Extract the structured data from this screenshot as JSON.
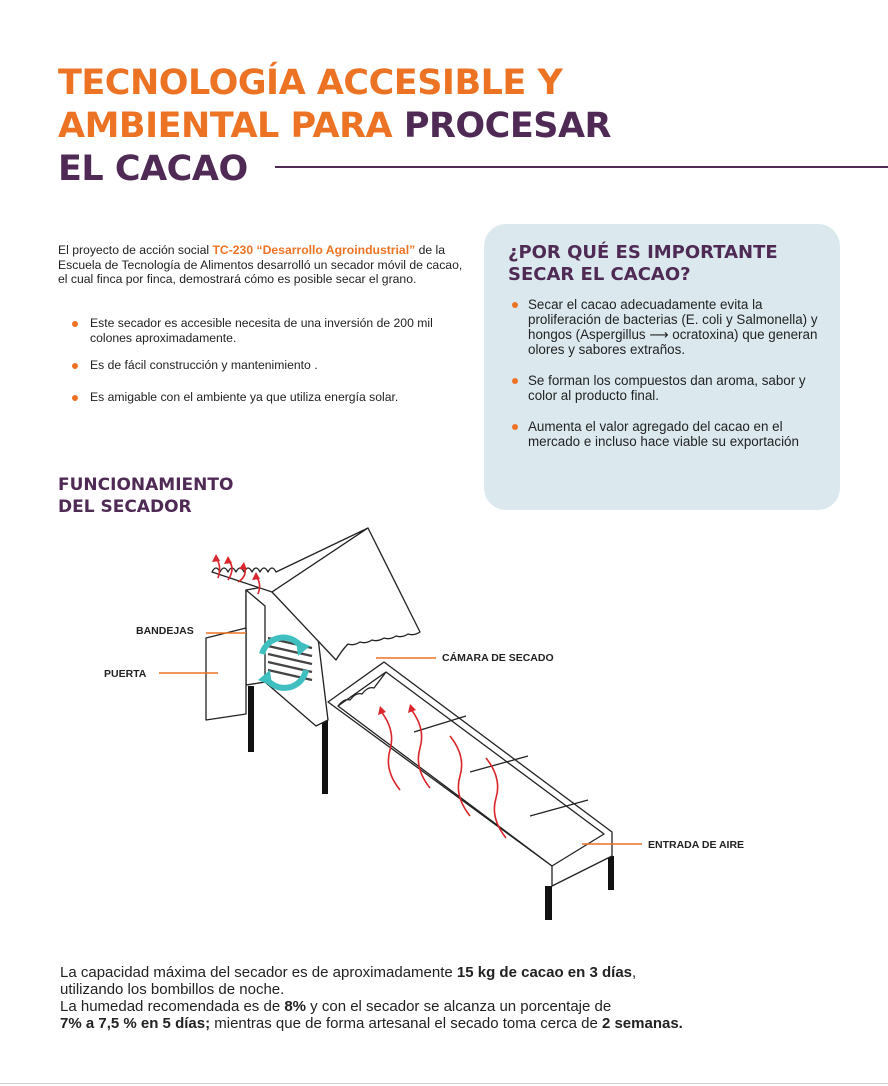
{
  "title": {
    "line1": "TECNOLOGÍA ACCESIBLE Y",
    "line2a": "AMBIENTAL PARA ",
    "line2b": "PROCESAR",
    "line3": "EL CACAO"
  },
  "intro": {
    "pre": "El proyecto de acción social ",
    "highlight": "TC-230 “Desarrollo Agroindustrial”",
    "post": " de la Escuela de Tecnología de Alimentos desarrolló un secador móvil de cacao, el cual finca por finca, demostrará cómo es posible secar el grano."
  },
  "bullets": [
    "Este secador es accesible necesita de una inversión de 200 mil colones aproximadamente.",
    "Es de fácil construcción y mantenimiento .",
    "Es amigable con el ambiente ya que utiliza energía solar."
  ],
  "why": {
    "title": "¿POR QUÉ ES IMPORTANTE SECAR EL CACAO?",
    "items": [
      "Secar el cacao adecuadamente evita la proliferación de bacterias (E. coli y Salmonella) y hongos (Aspergillus ⟶ ocratoxina) que generan olores y sabores extraños.",
      "Se forman los compuestos dan aroma, sabor y color al producto final.",
      "Aumenta el valor agregado del cacao en el mercado e incluso hace viable su exportación"
    ]
  },
  "funcionamiento": {
    "line1": "FUNCIONAMIENTO",
    "line2": "DEL SECADOR"
  },
  "diagram": {
    "labels": {
      "bandejas": "BANDEJAS",
      "puerta": "PUERTA",
      "camara": "CÁMARA DE SECADO",
      "entrada": "ENTRADA DE AIRE"
    },
    "icons": [
      "refresh-cycle-icon",
      "hot-air-arrow-icon"
    ],
    "colors": {
      "accent": "#ec7324",
      "purple": "#4f2a55",
      "air": "#d9252b",
      "cycle": "#3fbfc0",
      "box": "#dbe9ef"
    }
  },
  "bottom": {
    "l1a": "La capacidad máxima del secador es de aproximadamente ",
    "l1b": "15 kg de cacao en 3 días",
    "l1c": ",",
    "l2": "utilizando los  bombillos de noche.",
    "l3a": "La humedad recomendada es de ",
    "l3b": "8%",
    "l3c": " y con el secador se alcanza un porcentaje de",
    "l4a": "7% a 7,5 % en 5 días;",
    "l4b": "  mientras que de forma artesanal el secado toma cerca de ",
    "l4c": "2 semanas."
  }
}
